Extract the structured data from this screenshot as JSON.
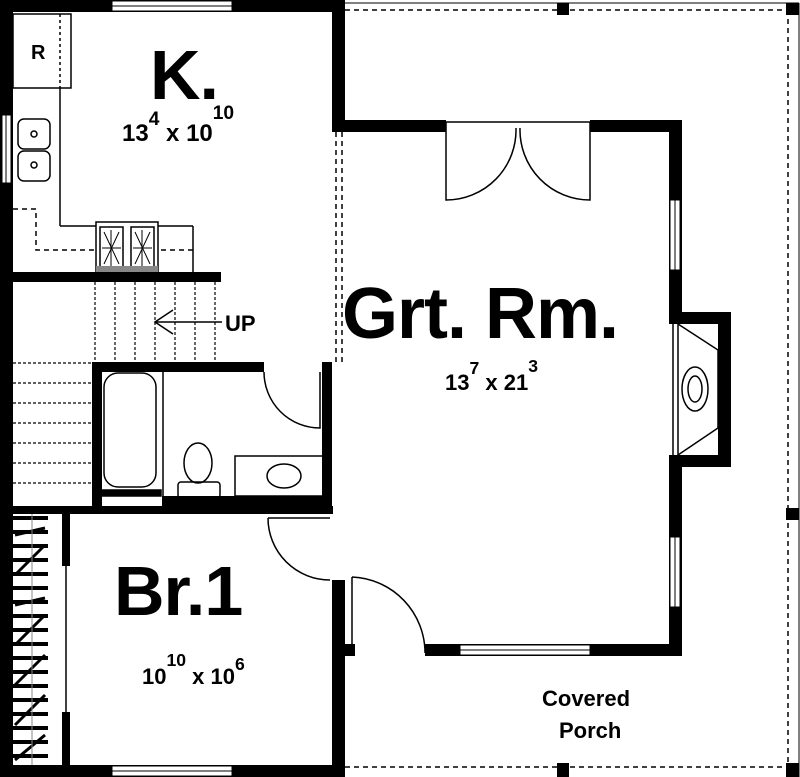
{
  "plan": {
    "type": "floor-plan",
    "rooms": [
      {
        "id": "kitchen",
        "name": "K.",
        "width_ft": "13",
        "width_in": "4",
        "depth_ft": "10",
        "depth_in": "10",
        "dimension_text": "13' 4\" x 10' 10\""
      },
      {
        "id": "great-room",
        "name": "Grt. Rm.",
        "width_ft": "13",
        "width_in": "7",
        "depth_ft": "21",
        "depth_in": "3",
        "dimension_text": "13' 7\" x 21' 3\""
      },
      {
        "id": "bedroom-1",
        "name": "Br.1",
        "width_ft": "10",
        "width_in": "10",
        "depth_ft": "10",
        "depth_in": "6",
        "dimension_text": "10' 10\" x 10' 6\""
      },
      {
        "id": "covered-porch",
        "name_line1": "Covered",
        "name_line2": "Porch"
      }
    ],
    "fixtures": {
      "refrigerator_label": "R",
      "stairs_label": "UP"
    },
    "colors": {
      "wall": "#000000",
      "background": "#ffffff",
      "fixture_line": "#000000"
    }
  }
}
